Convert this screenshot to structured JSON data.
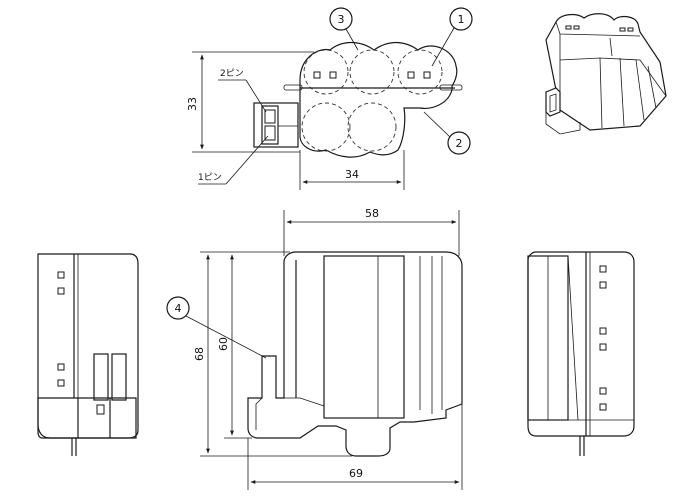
{
  "callouts": {
    "c1": "1",
    "c2": "2",
    "c3": "3",
    "c4": "4"
  },
  "pins": {
    "pin2": "2ピン",
    "pin1": "1ピン"
  },
  "dims": {
    "d33": "33",
    "d34": "34",
    "d58": "58",
    "d68": "68",
    "d60": "60",
    "d69": "69"
  }
}
